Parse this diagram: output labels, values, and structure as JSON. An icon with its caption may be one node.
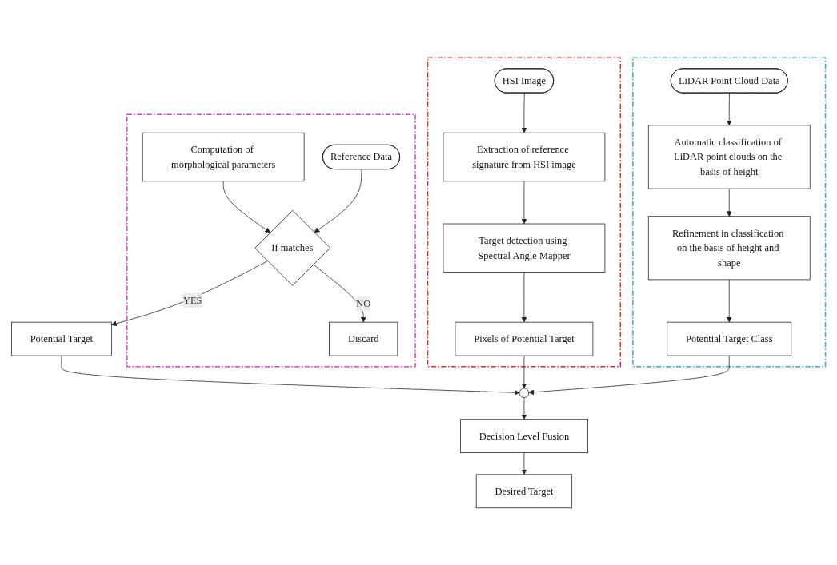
{
  "diagram": {
    "nodes": [
      {
        "text": [],
        "shape": "box"
      },
      {
        "text": [
          "HSI Image"
        ],
        "in": 0
      },
      {
        "text": [
          "Extraction of reference signature from HSI image"
        ],
        "in": 0
      },
      {
        "text": [
          "Target detection using Spectral Angle Mapper"
        ],
        "in": 0
      },
      {
        "text": [
          "Pixels of Potential Target"
        ],
        "in": 0
      },
      {
        "text": [],
        "shape": "box"
      },
      {
        "text": [
          "LiDAR Point Cloud Data"
        ],
        "in": 5
      },
      {
        "text": [
          "Automatic classification of LiDAR point clouds on the basis of height"
        ],
        "in": 5
      },
      {
        "text": [
          "Refinement in classification on the basis of height and shape"
        ],
        "in": 5
      },
      {
        "text": [
          "Potential Target Class"
        ],
        "in": 5
      },
      {
        "text": [],
        "shape": "box"
      },
      {
        "text": [
          "Computation of morphological parameters"
        ],
        "in": 10
      },
      {
        "text": [
          "If matches"
        ],
        "in": 10
      },
      {
        "text": [
          "Discard"
        ],
        "in": 10
      },
      {
        "text": [
          "Reference Data"
        ],
        "in": 10
      },
      {
        "text": [],
        "shape": "circle"
      },
      {
        "text": [
          "Potential Target"
        ]
      },
      {
        "text": [
          "Decision Level Fusion"
        ]
      },
      {
        "text": [
          "Desired Target"
        ]
      }
    ],
    "edges": [
      {
        "from": 1,
        "to": 2,
        "arrow": "to"
      },
      {
        "from": 2,
        "to": 3,
        "arrow": "to"
      },
      {
        "from": 3,
        "to": 4,
        "arrow": "to"
      },
      {
        "from": 6,
        "to": 7,
        "arrow": "to"
      },
      {
        "from": 7,
        "to": 8,
        "arrow": "to"
      },
      {
        "from": 8,
        "to": 9,
        "arrow": "to"
      },
      {
        "from": 11,
        "to": 12,
        "arrow": "to"
      },
      {
        "from": 14,
        "to": 12,
        "arrow": "to"
      },
      {
        "from": 12,
        "to": 16,
        "arrow": "to",
        "label": "YES"
      },
      {
        "from": 12,
        "to": 13,
        "arrow": "to",
        "label": "NO"
      },
      {
        "from": 4,
        "to": 15,
        "arrow": "to"
      },
      {
        "from": 9,
        "to": 15,
        "arrow": "to"
      },
      {
        "from": 16,
        "to": 15,
        "arrow": "to"
      },
      {
        "from": 15,
        "to": 17,
        "arrow": "to"
      },
      {
        "from": 17,
        "to": 18,
        "arrow": "to"
      }
    ]
  }
}
